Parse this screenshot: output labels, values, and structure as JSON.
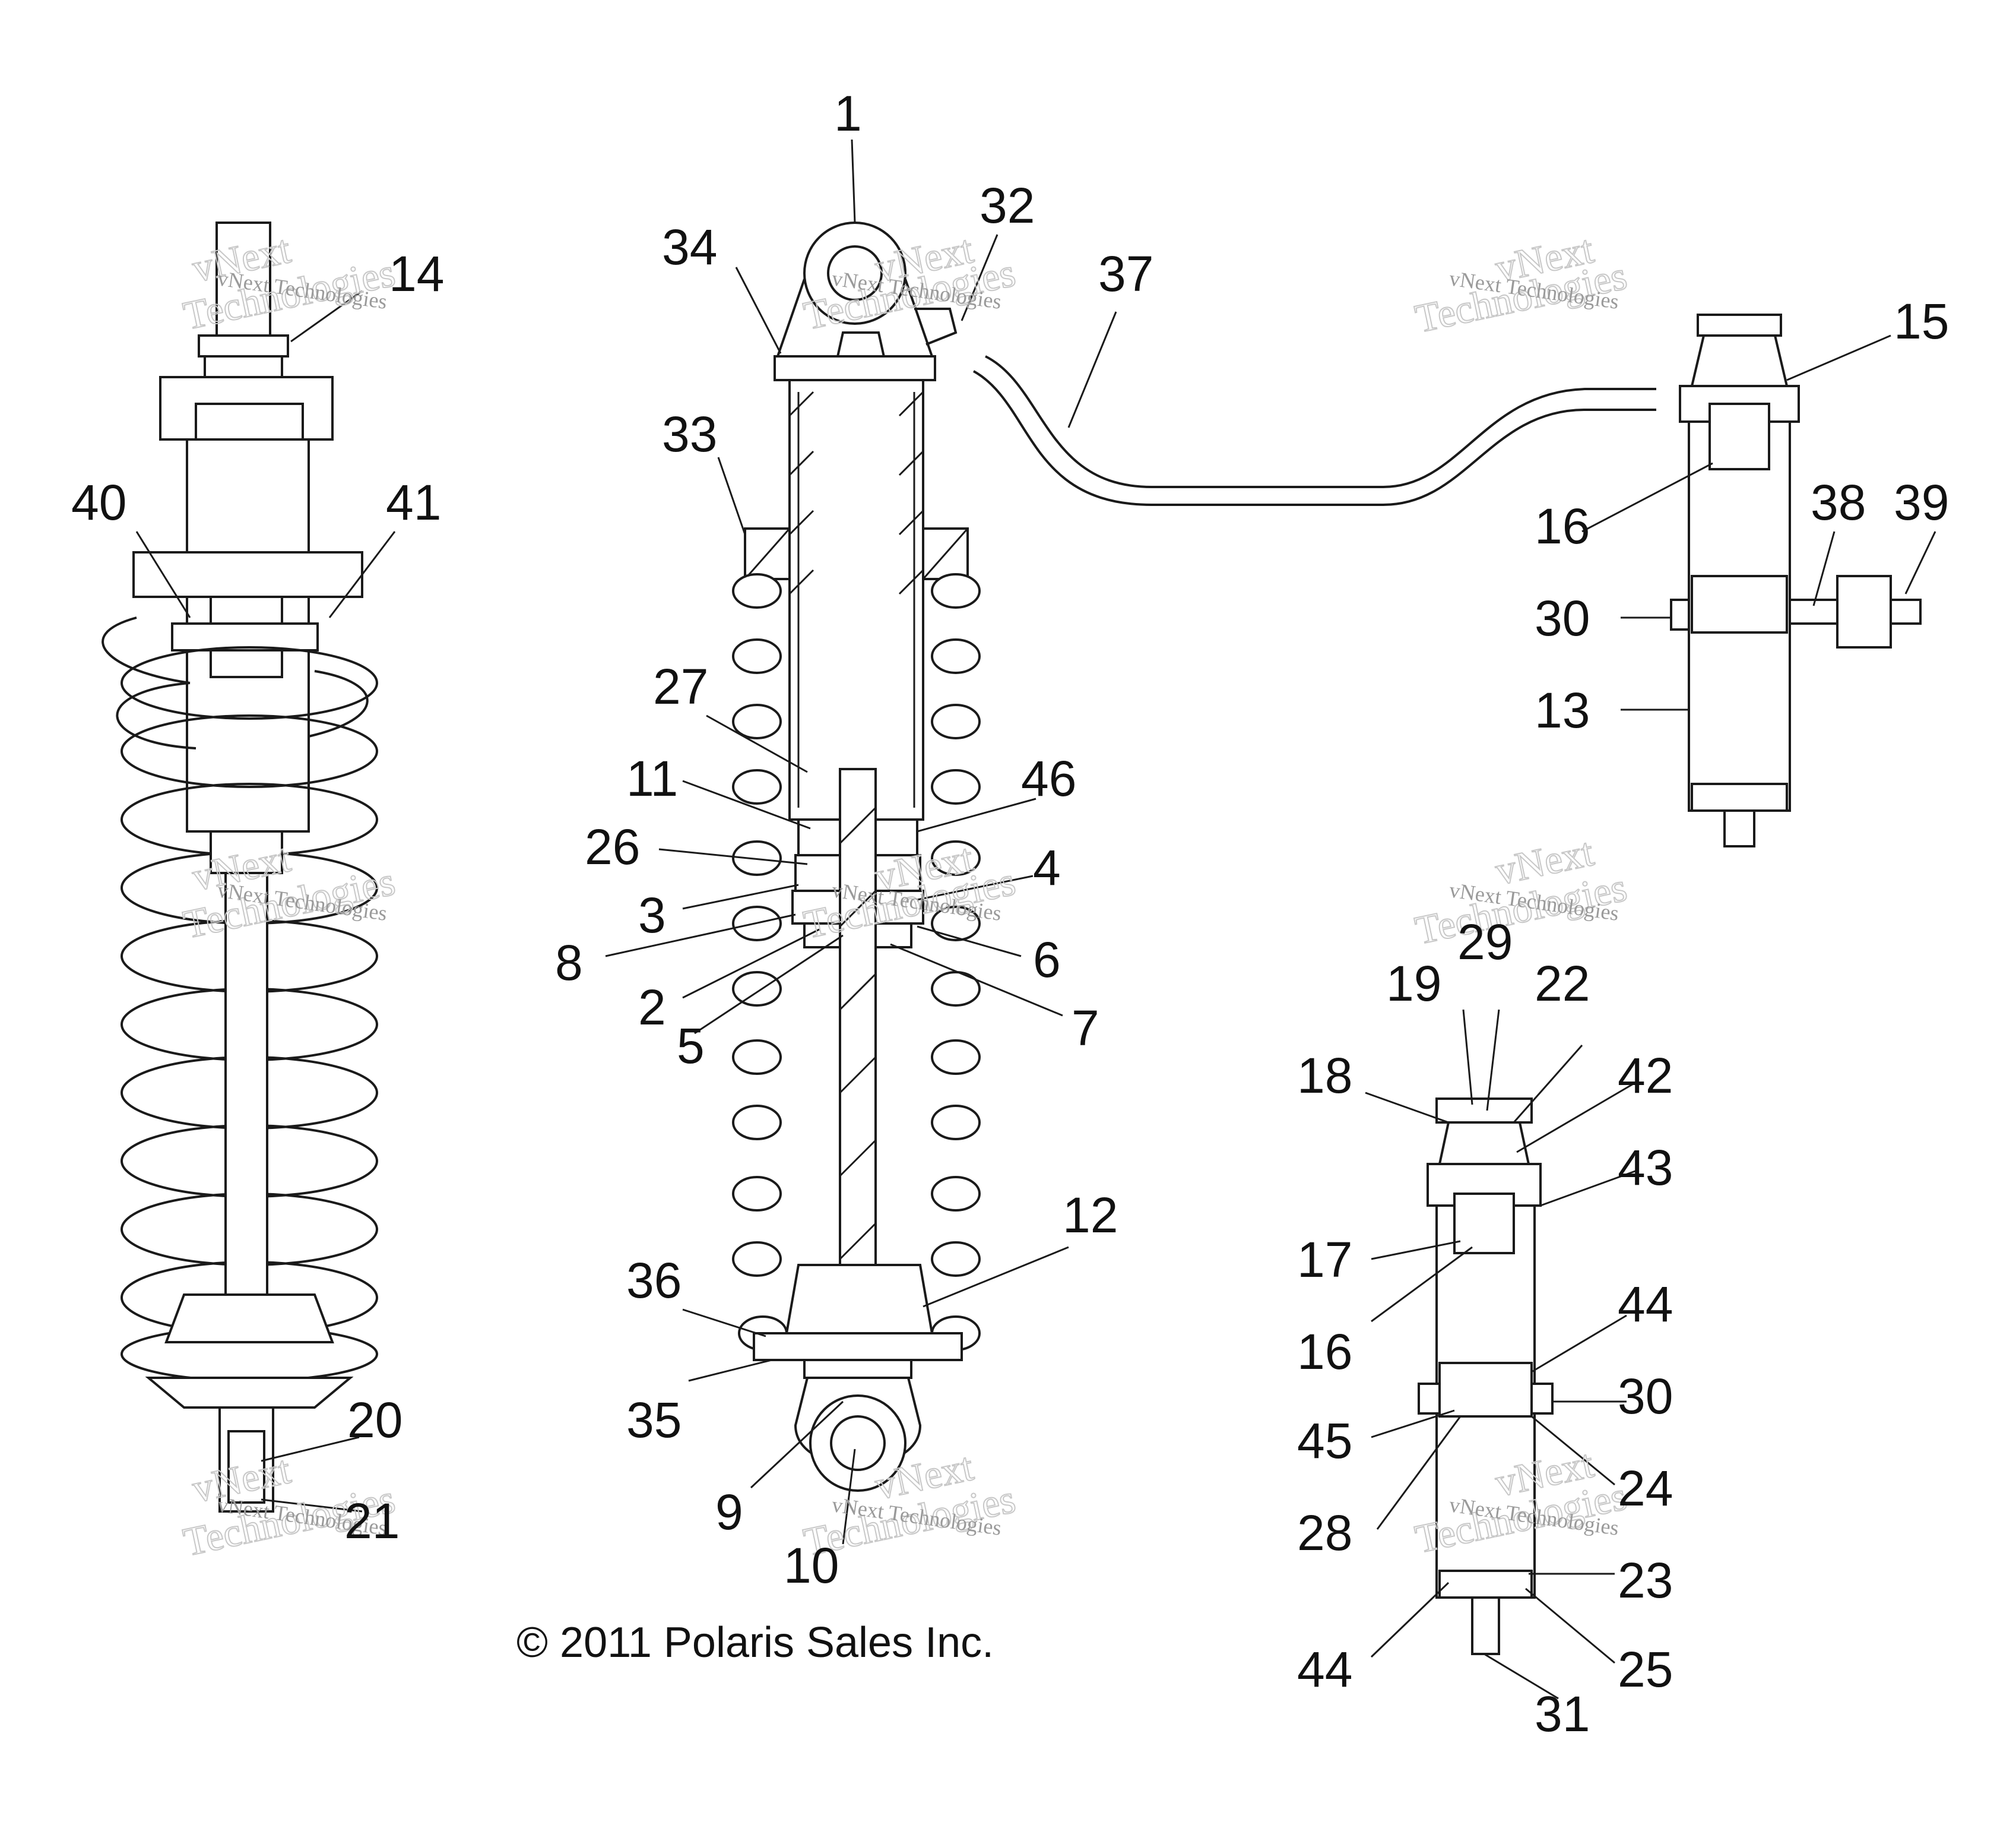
{
  "copyright": "© 2011 Polaris Sales Inc.",
  "watermark": {
    "line1": "vNext",
    "line2": "Technologies",
    "small": "vNext Technologies"
  },
  "callouts": {
    "c1": "1",
    "c2": "2",
    "c3": "3",
    "c4": "4",
    "c5": "5",
    "c6": "6",
    "c7": "7",
    "c8": "8",
    "c9": "9",
    "c10": "10",
    "c11": "11",
    "c12": "12",
    "c13": "13",
    "c14": "14",
    "c15": "15",
    "c16a": "16",
    "c16b": "16",
    "c17": "17",
    "c18": "18",
    "c19": "19",
    "c20": "20",
    "c21": "21",
    "c22": "22",
    "c23": "23",
    "c24": "24",
    "c25": "25",
    "c26": "26",
    "c27": "27",
    "c28": "28",
    "c29": "29",
    "c30a": "30",
    "c30b": "30",
    "c31": "31",
    "c32": "32",
    "c33": "33",
    "c34": "34",
    "c35": "35",
    "c36": "36",
    "c37": "37",
    "c38": "38",
    "c39": "39",
    "c40": "40",
    "c41": "41",
    "c42": "42",
    "c43": "43",
    "c44a": "44",
    "c44b": "44",
    "c45": "45",
    "c46": "46"
  }
}
